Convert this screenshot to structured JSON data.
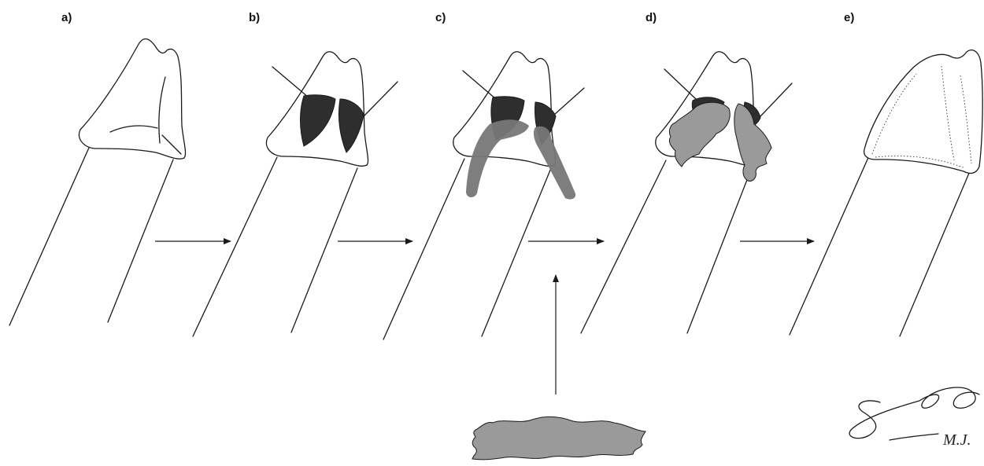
{
  "panels": [
    {
      "label": "a)"
    },
    {
      "label": "b)"
    },
    {
      "label": "c)"
    },
    {
      "label": "d)"
    },
    {
      "label": "e)"
    }
  ],
  "signature": {
    "text": "M.J."
  },
  "colors": {
    "dark_fill": "#2e2e2e",
    "medium_fill": "#777777",
    "light_fill": "#9a9a9a",
    "line": "#1a1a1a"
  }
}
